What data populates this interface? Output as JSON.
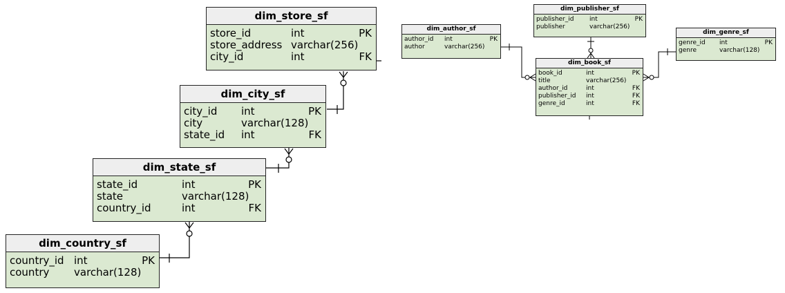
{
  "tables": {
    "store": {
      "name": "dim_store_sf",
      "rows": [
        {
          "col": "store_id",
          "type": "int",
          "key": "PK"
        },
        {
          "col": "store_address",
          "type": "varchar(256)",
          "key": ""
        },
        {
          "col": "city_id",
          "type": "int",
          "key": "FK"
        }
      ]
    },
    "city": {
      "name": "dim_city_sf",
      "rows": [
        {
          "col": "city_id",
          "type": "int",
          "key": "PK"
        },
        {
          "col": "city",
          "type": "varchar(128)",
          "key": ""
        },
        {
          "col": "state_id",
          "type": "int",
          "key": "FK"
        }
      ]
    },
    "state": {
      "name": "dim_state_sf",
      "rows": [
        {
          "col": "state_id",
          "type": "int",
          "key": "PK"
        },
        {
          "col": "state",
          "type": "varchar(128)",
          "key": ""
        },
        {
          "col": "country_id",
          "type": "int",
          "key": "FK"
        }
      ]
    },
    "country": {
      "name": "dim_country_sf",
      "rows": [
        {
          "col": "country_id",
          "type": "int",
          "key": "PK"
        },
        {
          "col": "country",
          "type": "varchar(128)",
          "key": ""
        }
      ]
    },
    "author": {
      "name": "dim_author_sf",
      "rows": [
        {
          "col": "author_id",
          "type": "int",
          "key": "PK"
        },
        {
          "col": "author",
          "type": "varchar(256)",
          "key": ""
        }
      ]
    },
    "publisher": {
      "name": "dim_publisher_sf",
      "rows": [
        {
          "col": "publisher_id",
          "type": "int",
          "key": "PK"
        },
        {
          "col": "publisher",
          "type": "varchar(256)",
          "key": ""
        }
      ]
    },
    "genre": {
      "name": "dim_genre_sf",
      "rows": [
        {
          "col": "genre_id",
          "type": "int",
          "key": "PK"
        },
        {
          "col": "genre",
          "type": "varchar(128)",
          "key": ""
        }
      ]
    },
    "book": {
      "name": "dim_book_sf",
      "rows": [
        {
          "col": "book_id",
          "type": "int",
          "key": "PK"
        },
        {
          "col": "title",
          "type": "varchar(256)",
          "key": ""
        },
        {
          "col": "author_id",
          "type": "int",
          "key": "FK"
        },
        {
          "col": "publisher_id",
          "type": "int",
          "key": "FK"
        },
        {
          "col": "genre_id",
          "type": "int",
          "key": "FK"
        }
      ]
    }
  },
  "colors": {
    "table_fill": "#dbe9d1",
    "header_fill": "#eeeeee",
    "border": "#222222",
    "connector": "#000000"
  }
}
